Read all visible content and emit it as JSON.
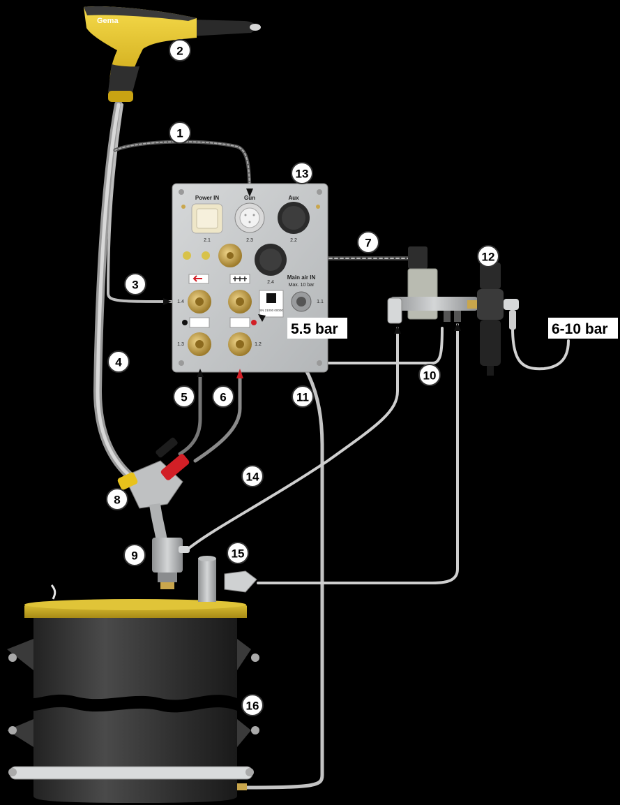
{
  "gun": {
    "brand": "Gema"
  },
  "panel": {
    "labels": {
      "power_in": "Power IN",
      "gun": "Gun",
      "aux": "Aux",
      "main_air_in": "Main air IN"
    },
    "port_numbers": {
      "p2_1": "2.1",
      "p2_3": "2.3",
      "p2_2": "2.2",
      "p2_4": "2.4",
      "p1_4": "1.4",
      "p1_1": "1.1",
      "p1_3": "1.3",
      "p1_2": "1.2"
    },
    "main_air_note": "Max. 10 bar",
    "sticker": "SN 21000 00000"
  },
  "pressures": {
    "regulated": "5.5 bar",
    "supply": "6-10 bar"
  },
  "callouts": [
    "1",
    "2",
    "3",
    "4",
    "5",
    "6",
    "7",
    "8",
    "9",
    "10",
    "11",
    "12",
    "13",
    "14",
    "15",
    "16"
  ],
  "colors": {
    "gun_yellow": "#e8c21c",
    "hopper_lid": "#c9a81e",
    "hopper_body": "#2d2d2d",
    "panel": "#c9cbcc",
    "hose": "#c4c4c4",
    "red_connector": "#d21f26",
    "brass": "#c9a64c"
  }
}
